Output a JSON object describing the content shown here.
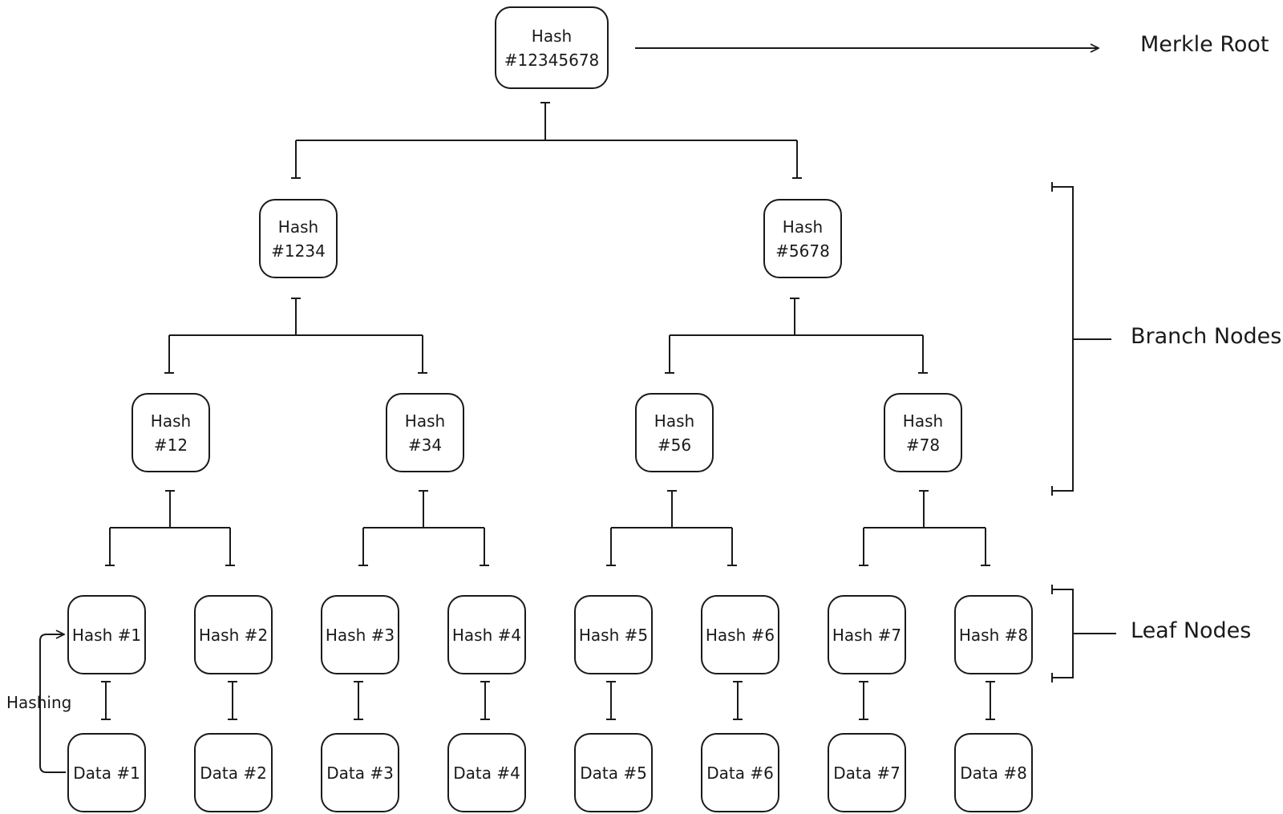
{
  "root": {
    "line1": "Hash",
    "line2": "#12345678"
  },
  "branch_level1": [
    {
      "line1": "Hash",
      "line2": "#1234"
    },
    {
      "line1": "Hash",
      "line2": "#5678"
    }
  ],
  "branch_level2": [
    {
      "line1": "Hash",
      "line2": "#12"
    },
    {
      "line1": "Hash",
      "line2": "#34"
    },
    {
      "line1": "Hash",
      "line2": "#56"
    },
    {
      "line1": "Hash",
      "line2": "#78"
    }
  ],
  "leaf_hashes": [
    "Hash #1",
    "Hash #2",
    "Hash #3",
    "Hash #4",
    "Hash #5",
    "Hash #6",
    "Hash #7",
    "Hash #8"
  ],
  "data_blocks": [
    "Data #1",
    "Data #2",
    "Data #3",
    "Data #4",
    "Data #5",
    "Data #6",
    "Data #7",
    "Data #8"
  ],
  "labels": {
    "merkle_root": "Merkle Root",
    "branch_nodes": "Branch Nodes",
    "leaf_nodes": "Leaf Nodes",
    "hashing": "Hashing"
  },
  "colors": {
    "stroke": "#1a1a1a",
    "background": "#ffffff"
  }
}
